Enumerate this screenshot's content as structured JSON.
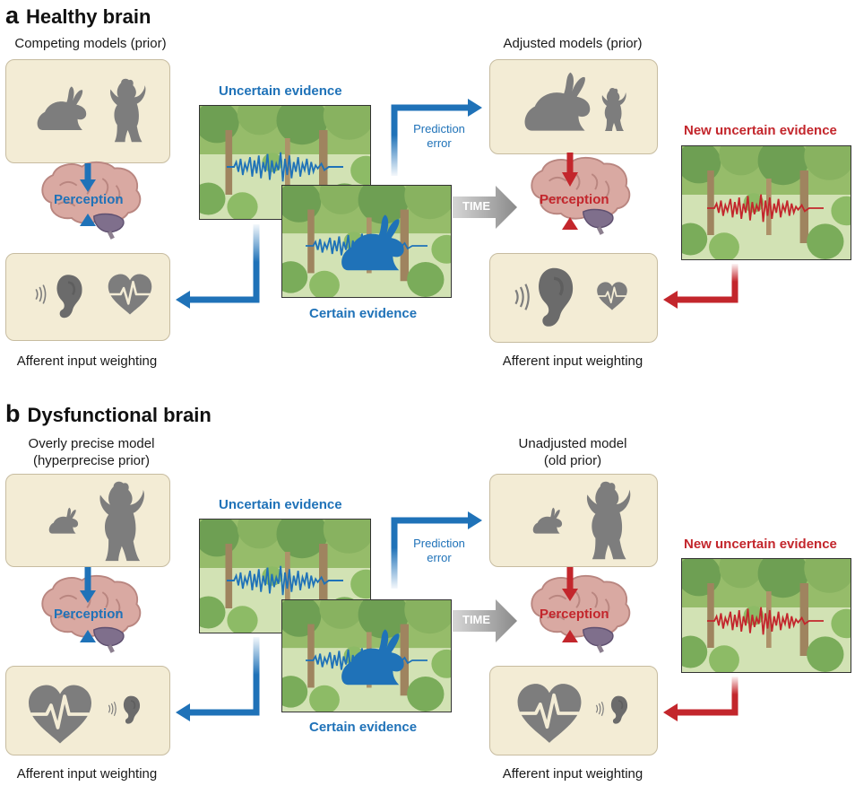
{
  "panel_a": {
    "letter": "a",
    "title": "Healthy brain",
    "prior_caption": "Competing models (prior)",
    "adjusted_caption": "Adjusted models (prior)",
    "uncertain_evidence": "Uncertain evidence",
    "certain_evidence": "Certain evidence",
    "new_uncertain_evidence": "New uncertain evidence",
    "prediction_error": "Prediction error",
    "time": "TIME",
    "perception_left": "Perception",
    "perception_right": "Perception",
    "afferent_left": "Afferent input weighting",
    "afferent_right": "Afferent input weighting"
  },
  "panel_b": {
    "letter": "b",
    "title": "Dysfunctional brain",
    "prior_caption_line1": "Overly precise model",
    "prior_caption_line2": "(hyperprecise prior)",
    "unadjusted_caption_line1": "Unadjusted model",
    "unadjusted_caption_line2": "(old prior)",
    "uncertain_evidence": "Uncertain evidence",
    "certain_evidence": "Certain evidence",
    "new_uncertain_evidence": "New uncertain evidence",
    "prediction_error": "Prediction error",
    "time": "TIME",
    "perception_left": "Perception",
    "perception_right": "Perception",
    "afferent_left": "Afferent input weighting",
    "afferent_right": "Afferent input weighting"
  },
  "colors": {
    "blue": "#1f72b8",
    "red": "#c3262c",
    "box_fill": "#f3ecd5",
    "silhouette": "#7d7d7d",
    "brain": "#d9a9a2"
  },
  "icons": [
    "rabbit-icon",
    "bear-icon",
    "brain-icon",
    "ear-icon",
    "heart-ecg-icon",
    "forest-scene",
    "time-arrow-icon"
  ]
}
